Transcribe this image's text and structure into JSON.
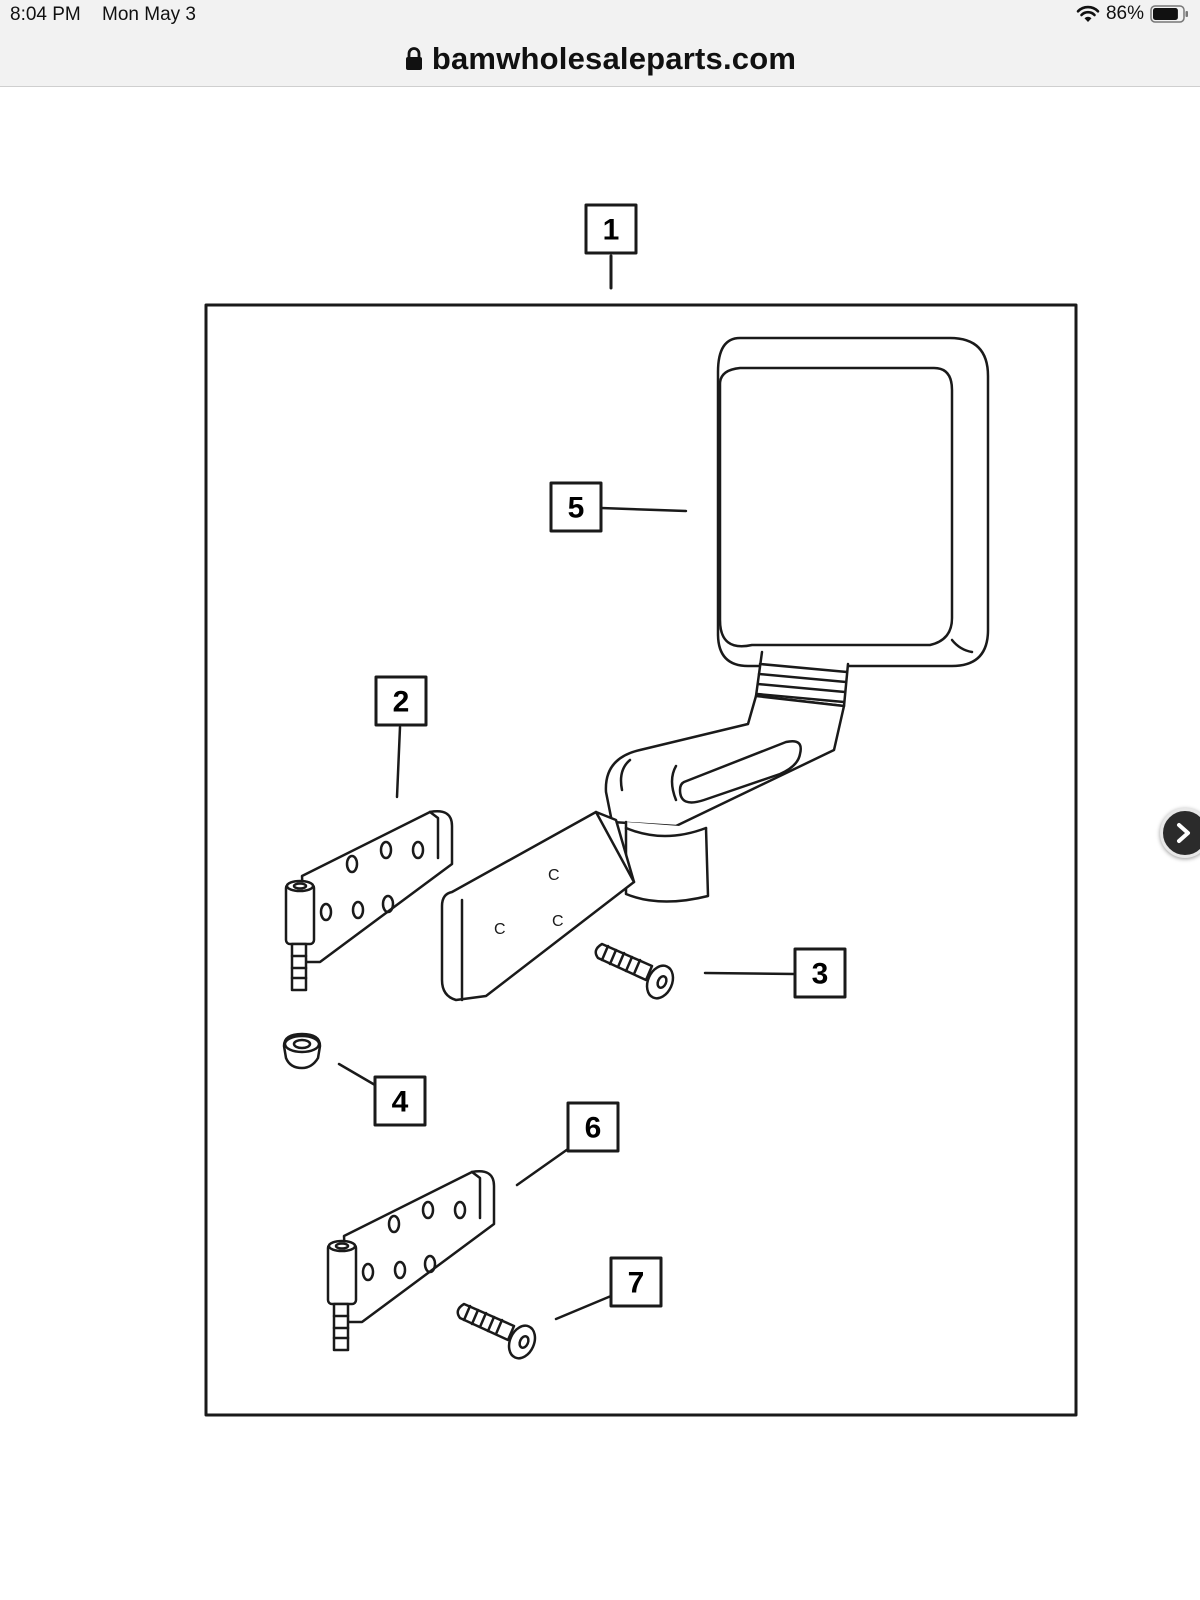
{
  "status_bar": {
    "time": "8:04 PM",
    "date": "Mon May 3",
    "battery_percent": "86%",
    "battery_level": 0.86
  },
  "address_bar": {
    "url": "bamwholesaleparts.com"
  },
  "diagram": {
    "callouts": [
      "1",
      "2",
      "3",
      "4",
      "5",
      "6",
      "7"
    ]
  },
  "icons": {
    "lock": "lock-icon",
    "wifi": "wifi-icon",
    "battery": "battery-icon",
    "next": "chevron-right-icon"
  }
}
